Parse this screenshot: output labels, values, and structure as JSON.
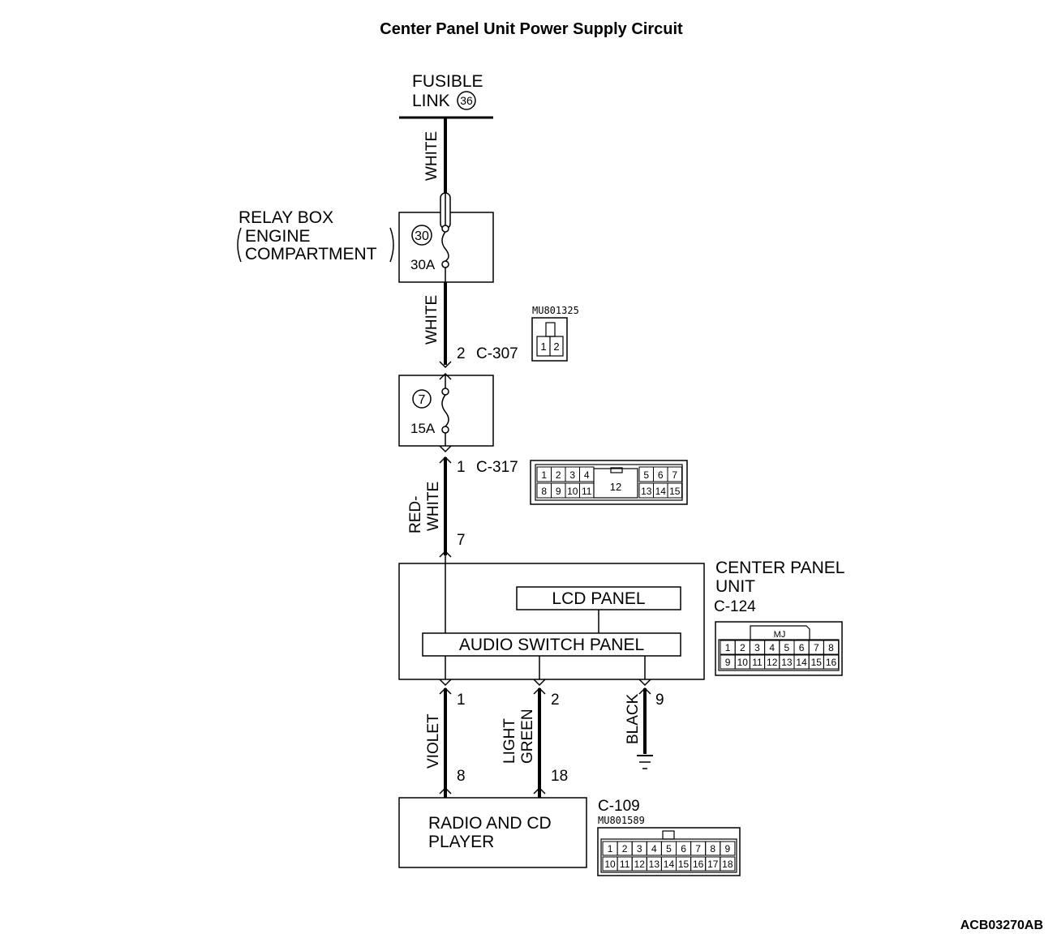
{
  "title": "Center Panel Unit Power Supply Circuit",
  "figure_code": "ACB03270AB",
  "fusible_link": {
    "line1": "FUSIBLE",
    "line2": "LINK",
    "number": "36"
  },
  "relay_box": {
    "line1": "RELAY BOX",
    "line2": "ENGINE",
    "line3": "COMPARTMENT",
    "fuse_number": "30",
    "fuse_rating": "30A"
  },
  "fuse7": {
    "number": "7",
    "rating": "15A"
  },
  "wires": {
    "w1": "WHITE",
    "w2": "WHITE",
    "w3_line1": "RED-",
    "w3_line2": "WHITE",
    "violet": "VIOLET",
    "lightgreen_line1": "LIGHT",
    "lightgreen_line2": "GREEN",
    "black": "BLACK"
  },
  "pins": {
    "c307_pin": "2",
    "c317_pin": "1",
    "cpu_in": "7",
    "cpu_out1": "1",
    "cpu_out2": "2",
    "cpu_out9": "9",
    "radio_8": "8",
    "radio_18": "18"
  },
  "connectors": {
    "c307": {
      "id": "C-307",
      "part": "MU801325",
      "cells": [
        "1",
        "2"
      ]
    },
    "c317": {
      "id": "C-317",
      "top": [
        "1",
        "2",
        "3",
        "4",
        "5",
        "6",
        "7"
      ],
      "bottom": [
        "8",
        "9",
        "10",
        "11",
        "13",
        "14",
        "15"
      ],
      "center": "12"
    },
    "c124": {
      "id": "C-124",
      "tag": "MJ",
      "top": [
        "1",
        "2",
        "3",
        "4",
        "5",
        "6",
        "7",
        "8"
      ],
      "bottom": [
        "9",
        "10",
        "11",
        "12",
        "13",
        "14",
        "15",
        "16"
      ]
    },
    "c109": {
      "id": "C-109",
      "part": "MU801589",
      "top": [
        "1",
        "2",
        "3",
        "4",
        "5",
        "6",
        "7",
        "8",
        "9"
      ],
      "bottom": [
        "10",
        "11",
        "12",
        "13",
        "14",
        "15",
        "16",
        "17",
        "18"
      ]
    }
  },
  "center_panel": {
    "line1": "CENTER PANEL",
    "line2": "UNIT",
    "lcd": "LCD PANEL",
    "audio": "AUDIO SWITCH PANEL"
  },
  "radio": {
    "line1": "RADIO AND CD",
    "line2": "PLAYER"
  }
}
